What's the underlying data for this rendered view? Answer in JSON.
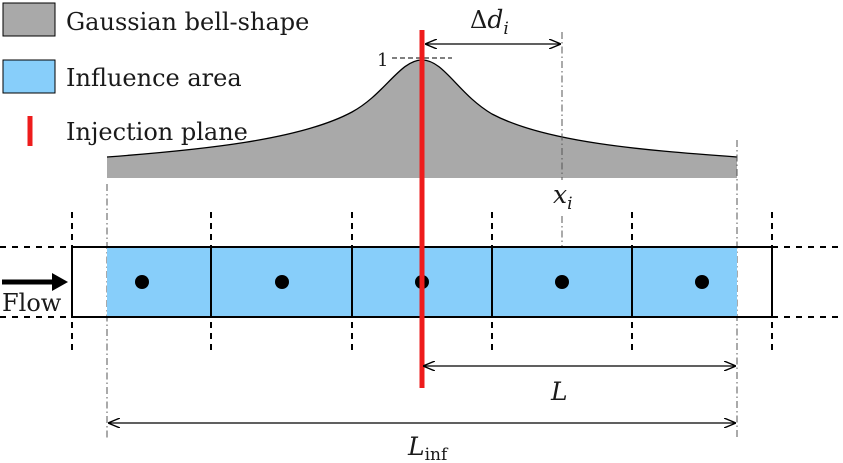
{
  "legend": {
    "gaussian_label": "Gaussian bell-shape",
    "influence_label": "Influence area",
    "injection_label": "Injection plane"
  },
  "labels": {
    "peak_value": "1",
    "delta_d_symbol": "Δ",
    "delta_d_var": "d",
    "delta_d_sub": "i",
    "x_var": "x",
    "x_sub": "i",
    "flow": "Flow",
    "L": "L",
    "L_inf_var": "L",
    "L_inf_sub": "inf"
  },
  "colors": {
    "gaussian_fill": "#a9a9a9",
    "influence_fill": "#87cefa",
    "injection_line": "#ee1c1c",
    "ink": "#000000"
  }
}
